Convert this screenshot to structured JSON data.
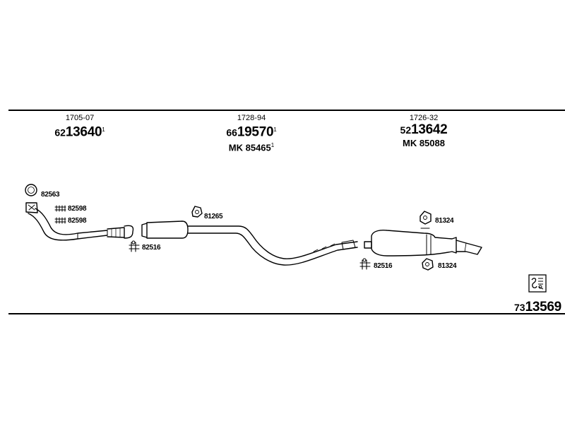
{
  "parts": [
    {
      "code": "1705-07",
      "prefix": "62",
      "number": "13640",
      "sup": "1",
      "mk": ""
    },
    {
      "code": "1728-94",
      "prefix": "66",
      "number": "19570",
      "sup": "1",
      "mk": "MK 85465",
      "mk_sup": "1"
    },
    {
      "code": "1726-32",
      "prefix": "52",
      "number": "13642",
      "sup": "",
      "mk": "MK 85088",
      "mk_sup": ""
    }
  ],
  "callouts": {
    "c82563": "82563",
    "c82598a": "82598",
    "c82598b": "82598",
    "c82516a": "82516",
    "c81265": "81265",
    "c82516b": "82516",
    "c81324a": "81324",
    "c81324b": "81324"
  },
  "reference": {
    "prefix": "73",
    "number": "13569",
    "icon": "catalog-logo-icon"
  }
}
